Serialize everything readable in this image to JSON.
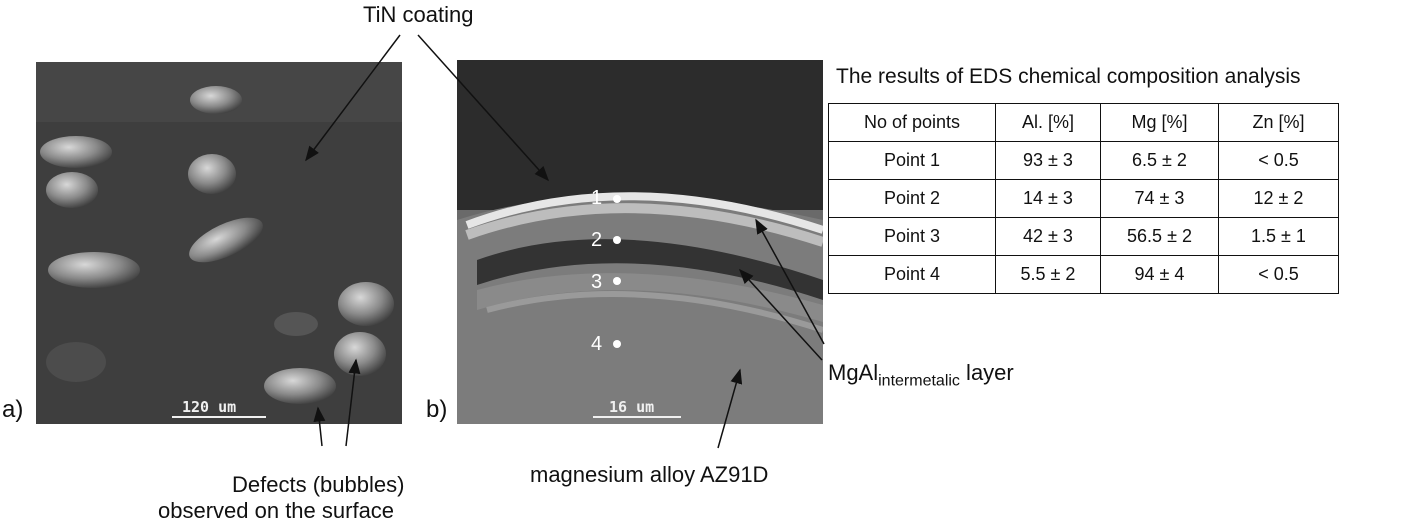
{
  "labels": {
    "tin_coating": "TiN coating",
    "defects_line1": "Defects (bubbles)",
    "defects_line2": "observed on the surface",
    "mgal_main": "MgAl",
    "mgal_sub": "intermetalic",
    "mgal_suffix": " layer",
    "substrate": "magnesium alloy AZ91D",
    "panel_a": "a)",
    "panel_b": "b)"
  },
  "panel_a": {
    "scale_bar": "120 um"
  },
  "panel_b": {
    "scale_bar": "16 um",
    "points": [
      "1",
      "2",
      "3",
      "4"
    ]
  },
  "table": {
    "title": "The results of EDS chemical composition analysis",
    "headers": [
      "No of points",
      "Al. [%]",
      "Mg [%]",
      "Zn [%]"
    ],
    "rows": [
      [
        "Point 1",
        "93 ± 3",
        "6.5 ± 2",
        "< 0.5"
      ],
      [
        "Point 2",
        "14 ± 3",
        "74 ± 3",
        "12 ± 2"
      ],
      [
        "Point 3",
        "42 ± 3",
        "56.5 ± 2",
        "1.5 ± 1"
      ],
      [
        "Point 4",
        "5.5 ± 2",
        "94 ± 4",
        "< 0.5"
      ]
    ]
  }
}
